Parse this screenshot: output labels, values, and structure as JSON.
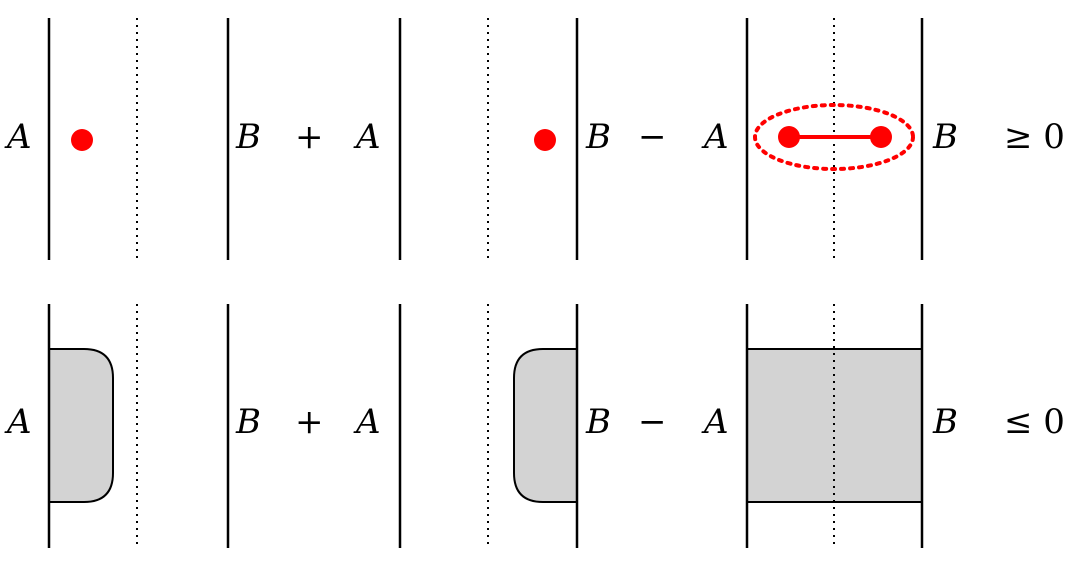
{
  "colors": {
    "line": "#000000",
    "dot": "#ff0000",
    "shade": "#d3d3d3"
  },
  "rows": [
    {
      "id": "row-top",
      "labels": {
        "a1": "A",
        "b1": "B",
        "plus": "+",
        "a2": "A",
        "b2": "B",
        "minus": "−",
        "a3": "A",
        "b3": "B",
        "relation": "≥ 0"
      },
      "marks": [
        "dot",
        "dot",
        "dumbbell-with-dotted-ellipse"
      ]
    },
    {
      "id": "row-bottom",
      "labels": {
        "a1": "A",
        "b1": "B",
        "plus": "+",
        "a2": "A",
        "b2": "B",
        "minus": "−",
        "a3": "A",
        "b3": "B",
        "relation": "≤ 0"
      },
      "marks": [
        "shaded-bump-right",
        "shaded-bump-left",
        "shaded-rectangle"
      ]
    }
  ]
}
